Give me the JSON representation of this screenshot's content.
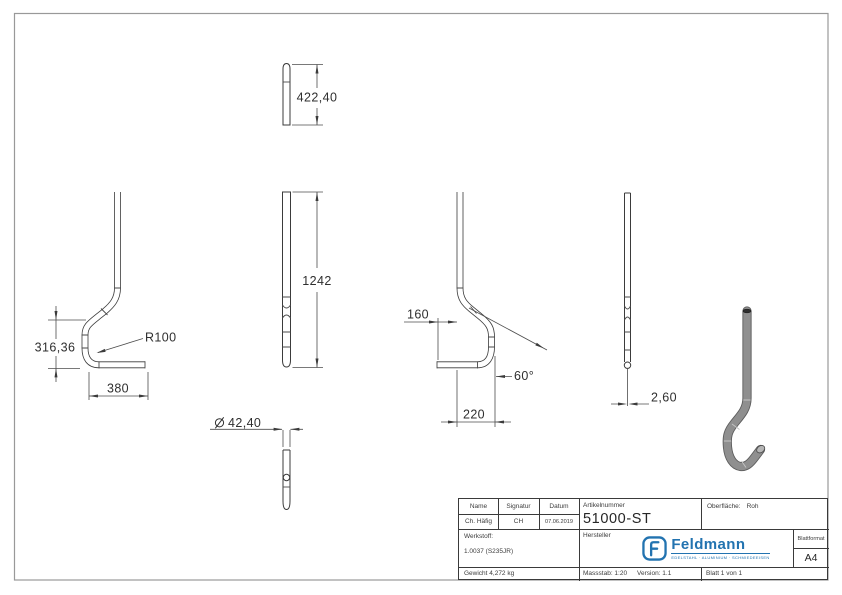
{
  "colors": {
    "accent_blue": "#2273b0",
    "drawing_line": "#3b3b3b"
  },
  "drawing": {
    "views": {
      "top": {
        "dim_length": "422,40"
      },
      "front": {
        "dim_length": "1242"
      },
      "left": {
        "dim_height": "316,36",
        "dim_radius": "R100",
        "dim_width": "380"
      },
      "bent": {
        "dim_offset": "160",
        "dim_angle": "60°",
        "dim_width": "220"
      },
      "side": {
        "dim_thickness": "2,60"
      },
      "bottom": {
        "diameter_symbol": "diameter",
        "dim_diameter": "42,40"
      }
    }
  },
  "title_block": {
    "name_label": "Name",
    "signature_label": "Signatur",
    "date_label": "Datum",
    "name_value": "Ch. Häfig",
    "signature_value": "CH",
    "date_value": "07.06.2019",
    "article_label": "Artikelnummer",
    "article_value": "51000-ST",
    "surface_label": "Oberfläche:",
    "surface_value": "Roh",
    "material_label": "Werkstoff:",
    "material_value": "1.0037 (S235JR)",
    "manufacturer_label": "Hersteller",
    "logo_text": "Feldmann",
    "logo_tagline": "EDELSTAHL · ALUMINIUM · SCHMIEDEEISEN",
    "format_label": "Blattformat",
    "format_value": "A4",
    "weight": "Gewicht 4,272 kg",
    "scale": "Massstab: 1:20",
    "version": "Version: 1.1",
    "sheet": "Blatt 1 von 1"
  }
}
